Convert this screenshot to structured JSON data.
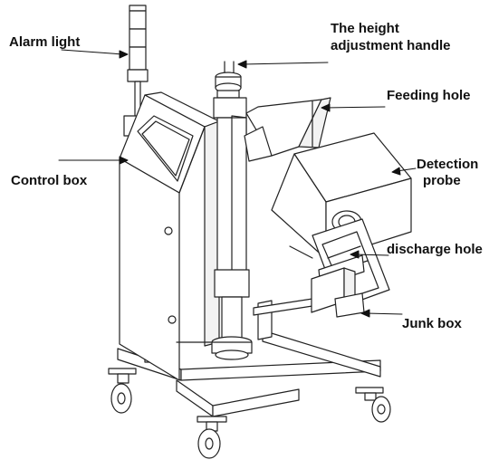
{
  "labels": {
    "alarm_light": "Alarm light",
    "height_handle_line1": "The height",
    "height_handle_line2": "adjustment handle",
    "feeding_hole": "Feeding hole",
    "control_box": "Control box",
    "detection_probe_line1": "Detection",
    "detection_probe_line2": "probe",
    "discharge_hole": "discharge hole",
    "junk_box": "Junk box"
  },
  "colors": {
    "line": "#222222",
    "fill": "#ffffff",
    "shade": "#f2f2f2",
    "text": "#111111"
  }
}
